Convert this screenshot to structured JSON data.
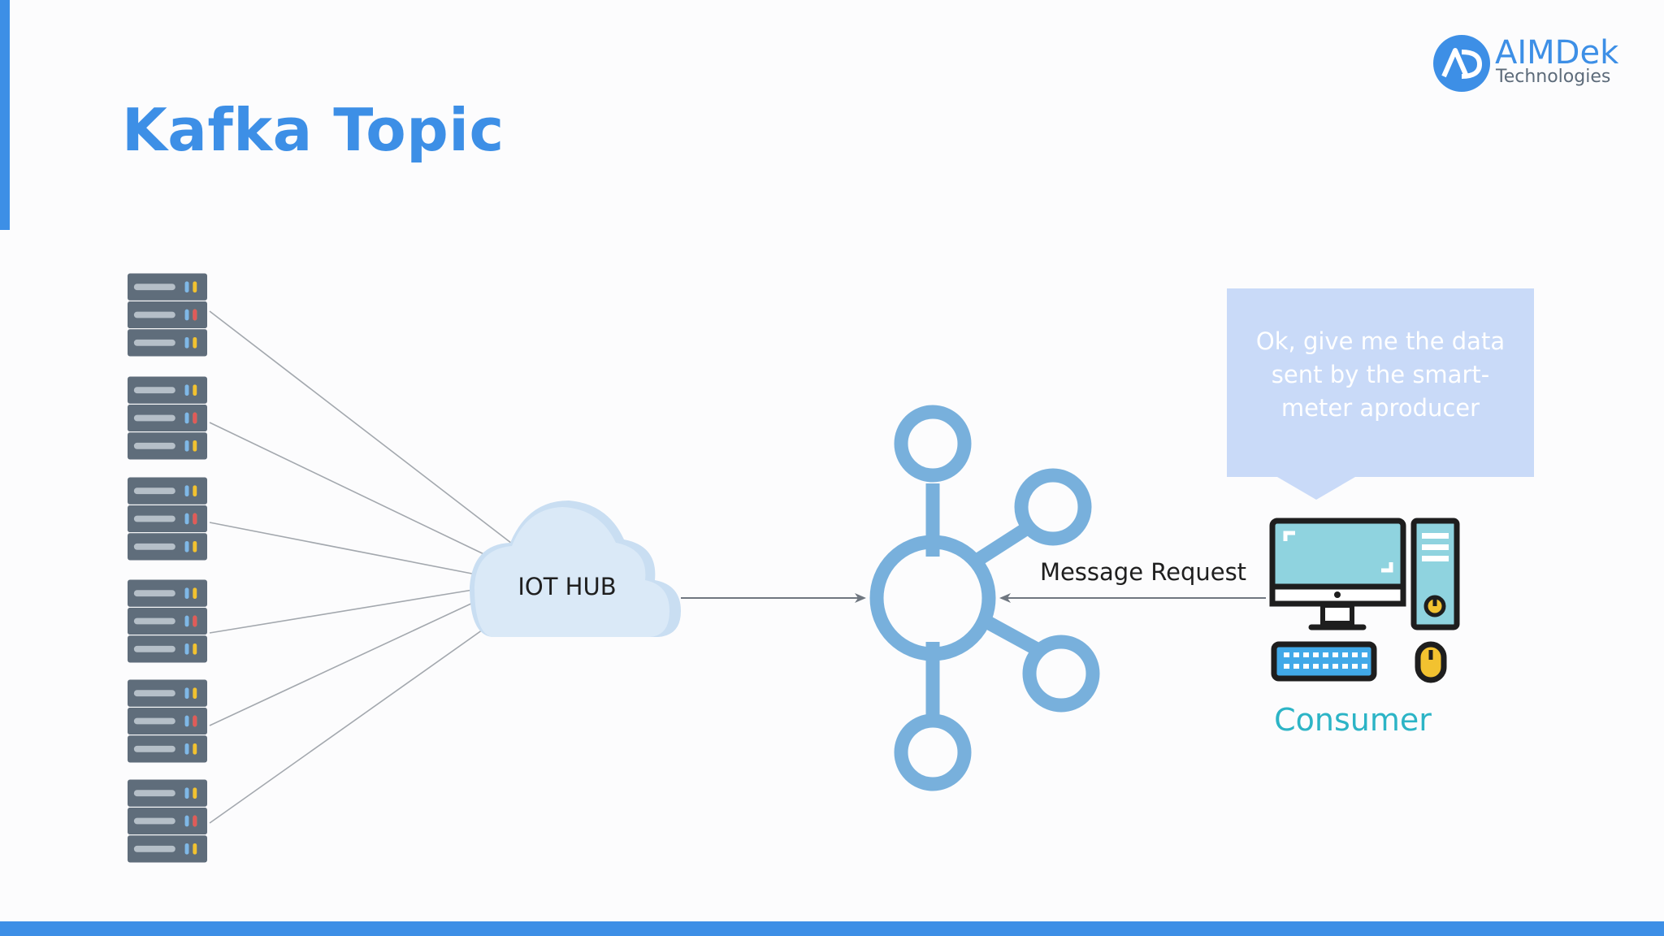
{
  "slide": {
    "title": "Kafka Topic"
  },
  "logo": {
    "name": "AIMDek",
    "subtitle": "Technologies",
    "icon": "ad-monogram-icon"
  },
  "diagram": {
    "producers": {
      "count": 6,
      "icon": "server-rack-icon"
    },
    "hub": {
      "label": "IOT HUB",
      "icon": "cloud-icon"
    },
    "broker": {
      "icon": "kafka-topic-hub-icon"
    },
    "request_label": "Message Request",
    "speech_bubble": "Ok, give me the data sent by the smart-meter aproducer",
    "consumer": {
      "label": "Consumer",
      "icon": "desktop-computer-icon"
    }
  },
  "colors": {
    "accent": "#3d8fe6",
    "title": "#3d8fe6",
    "broker": "#78b0dc",
    "cloud": "#d8e8f6",
    "consumer_text": "#2cb4c6",
    "bubble": "#c9daf8",
    "connector": "#9aa0a6",
    "arrow": "#6f7780"
  }
}
